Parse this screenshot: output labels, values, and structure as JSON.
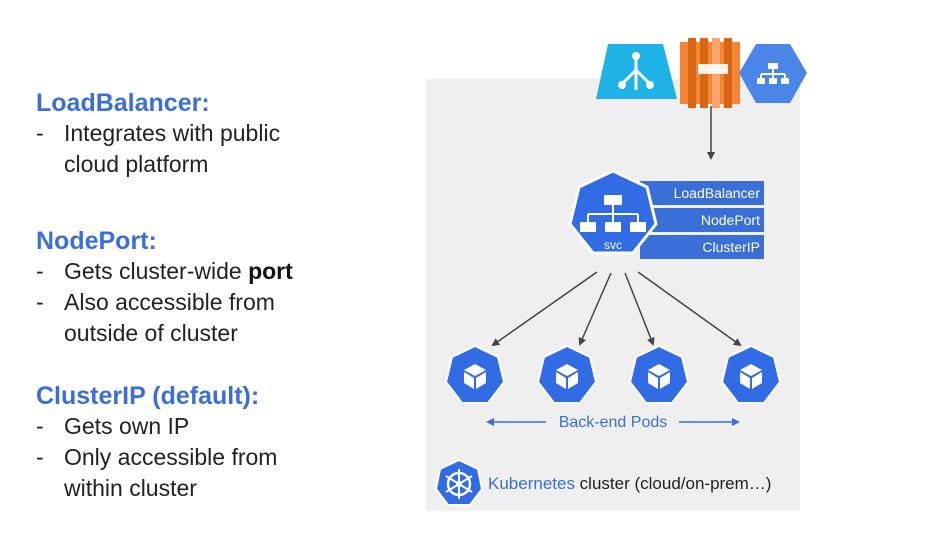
{
  "sections": [
    {
      "heading": "LoadBalancer:",
      "bullets": [
        {
          "dash": "-",
          "line1": "Integrates with public",
          "line2": "cloud platform"
        }
      ]
    },
    {
      "heading": "NodePort:",
      "bullets": [
        {
          "dash": "-",
          "pre": "Gets cluster-wide ",
          "bold": "port"
        },
        {
          "dash": "-",
          "line1": "Also accessible from",
          "line2": "outside of cluster"
        }
      ]
    },
    {
      "heading": "ClusterIP (default):",
      "bullets": [
        {
          "dash": "-",
          "line1": "Gets own IP"
        },
        {
          "dash": "-",
          "line1": "Only accessible from",
          "line2": "within cluster"
        }
      ]
    }
  ],
  "diagram": {
    "service_types": [
      "LoadBalancer",
      "NodePort",
      "ClusterIP"
    ],
    "svc_label": "svc",
    "pods_label": "Back-end Pods",
    "cluster_brand": "Kubernetes",
    "cluster_text": " cluster (cloud/on-prem…)",
    "cloud_icons": [
      "azure-load-balancer-icon",
      "aws-elb-icon",
      "gcp-load-balancer-icon"
    ]
  },
  "colors": {
    "accent": "#3b6fd8",
    "k8s_blue": "#326ce5",
    "azure": "#1fb2e6",
    "aws": "#f58536",
    "gcp": "#4a86e8",
    "cluster_bg": "#efefef"
  }
}
